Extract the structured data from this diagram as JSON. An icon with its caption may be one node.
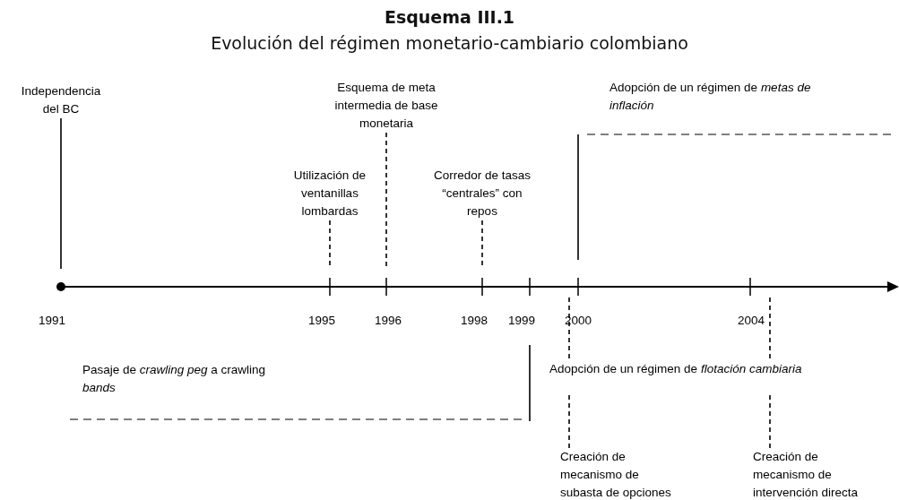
{
  "diagram": {
    "title": "Esquema III.1",
    "caption": "Evolución del régimen monetario-cambiario colombiano",
    "nodes": [
      {
        "text": [
          "Independencia del BC"
        ]
      },
      {
        "text": [
          "Esquema de meta intermedia de base monetaria"
        ]
      },
      {
        "text": [
          "Utilización de ventanillas lombardas"
        ]
      },
      {
        "text": [
          "Corredor de tasas “centrales” con repos"
        ]
      },
      {
        "text": [
          "Adopción de un régimen de *metas de inflación*"
        ]
      },
      {
        "text": [
          "Pasaje de *crawling peg* a crawling *bands*"
        ]
      },
      {
        "text": [
          "Adopción de un régimen de *flotación cambiaria*"
        ]
      },
      {
        "text": [
          "Creación de mecanismo de subasta de opciones"
        ]
      },
      {
        "text": [
          "Creación de mecanismo de intervención directa"
        ]
      }
    ],
    "edges": [
      {
        "from": 0,
        "to": null,
        "arrow": "none"
      },
      {
        "from": 1,
        "to": null,
        "arrow": "none",
        "style": "dashed"
      },
      {
        "from": 2,
        "to": null,
        "arrow": "none",
        "style": "dashed"
      },
      {
        "from": 3,
        "to": null,
        "arrow": "none",
        "style": "dashed"
      },
      {
        "from": 4,
        "to": null,
        "arrow": "none"
      },
      {
        "from": 7,
        "to": null,
        "arrow": "none",
        "style": "dashed"
      },
      {
        "from": 8,
        "to": null,
        "arrow": "none",
        "style": "dashed"
      }
    ],
    "labels": [
      "1991",
      "1995",
      "1996",
      "1998",
      "1999",
      "2000",
      "2004"
    ]
  }
}
